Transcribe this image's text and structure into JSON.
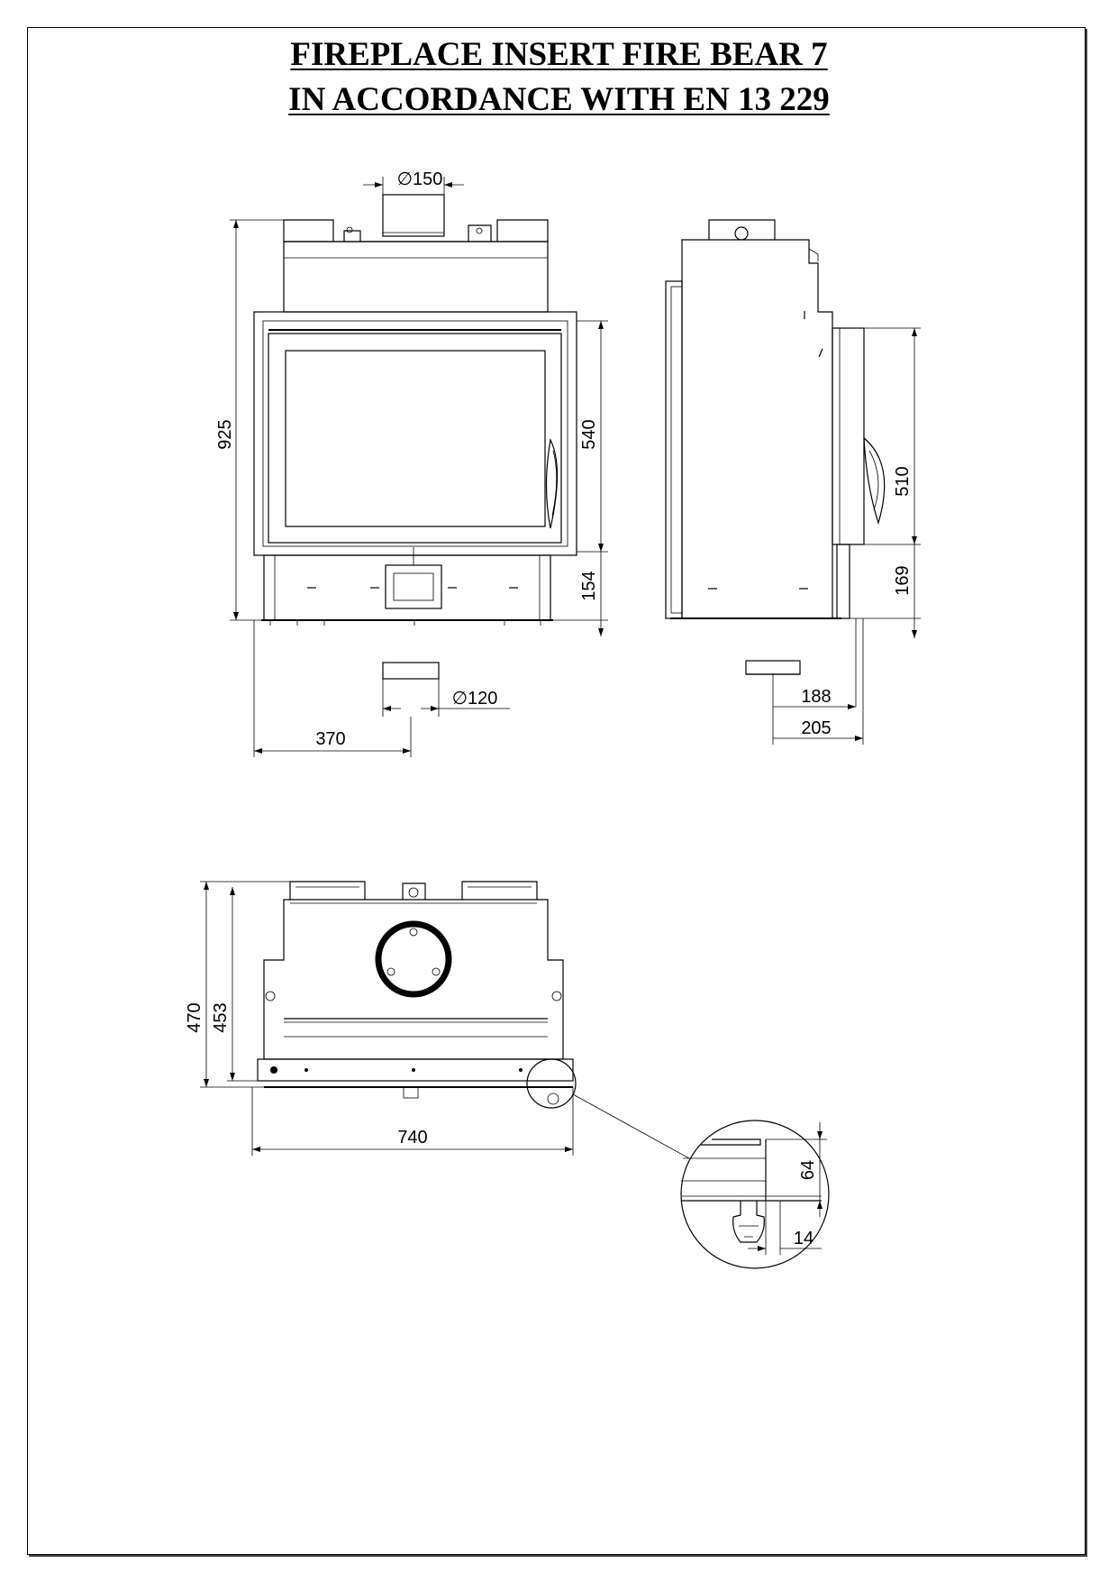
{
  "title": {
    "line1": "FIREPLACE INSERT FIRE BEAR 7",
    "line2": "IN ACCORDANCE WITH EN 13 229"
  },
  "front_view": {
    "flue_diameter": "∅150",
    "height_total": "925",
    "door_height": "540",
    "base_height": "154",
    "air_inlet_diameter": "∅120",
    "air_inlet_offset": "370"
  },
  "side_view": {
    "door_height": "510",
    "base_height": "169",
    "inlet_depth_1": "188",
    "inlet_depth_2": "205"
  },
  "top_view": {
    "depth_total": "470",
    "depth_body": "453",
    "width": "740"
  },
  "detail": {
    "height": "64",
    "width": "14"
  }
}
